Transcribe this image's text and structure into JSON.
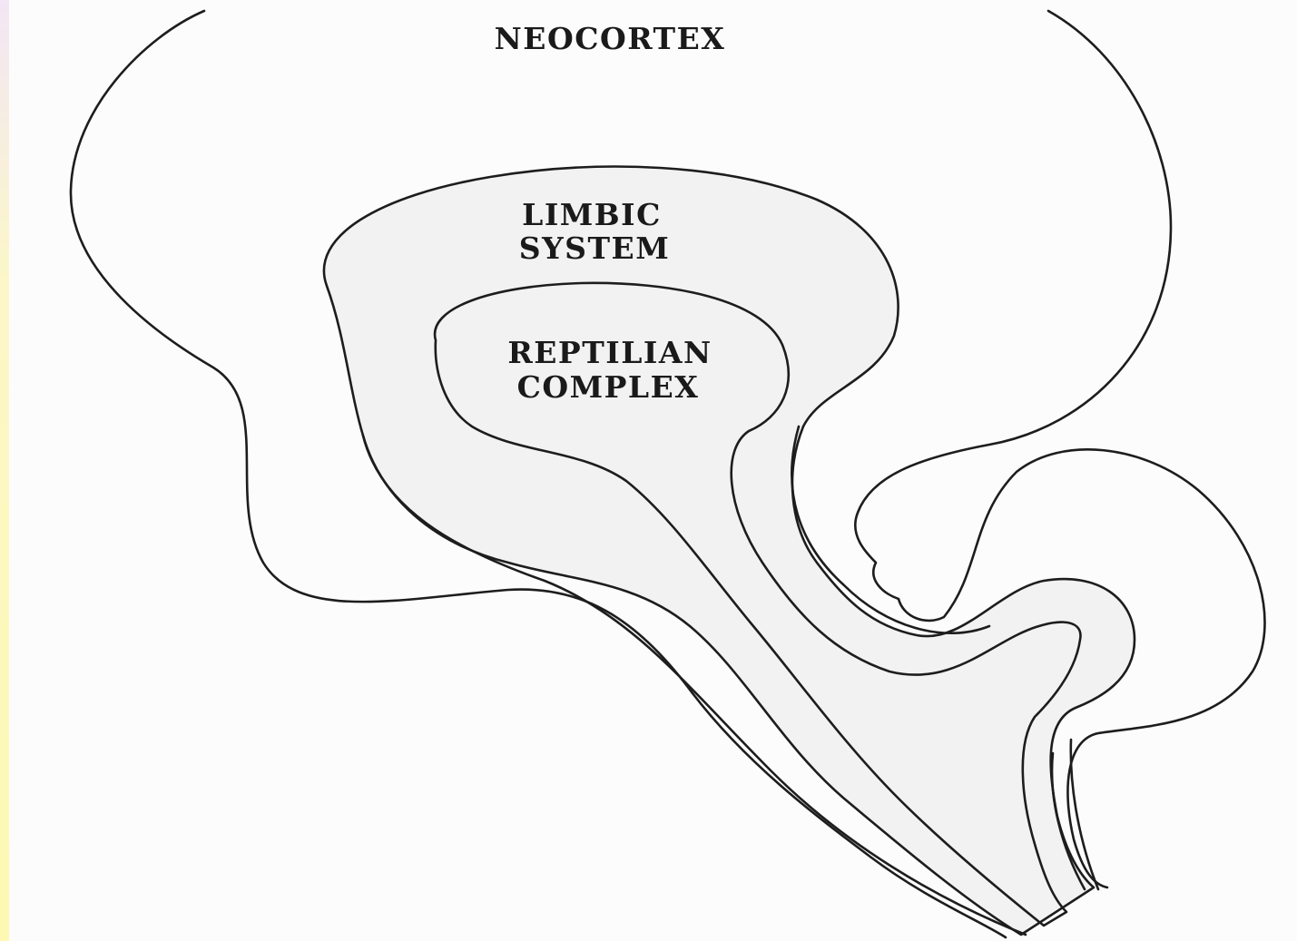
{
  "labels": {
    "neocortex": "NEOCORTEX",
    "limbic_line1": "LIMBIC",
    "limbic_line2": "SYSTEM",
    "reptilian_line1": "REPTILIAN",
    "reptilian_line2": "COMPLEX"
  },
  "colors": {
    "outline": "#1d1d1d",
    "limbic_fill": "#f2f2f2",
    "reptilian_fill": "#eeeeee",
    "speckle": "#2a2a2a",
    "background": "#fcfcfc"
  }
}
